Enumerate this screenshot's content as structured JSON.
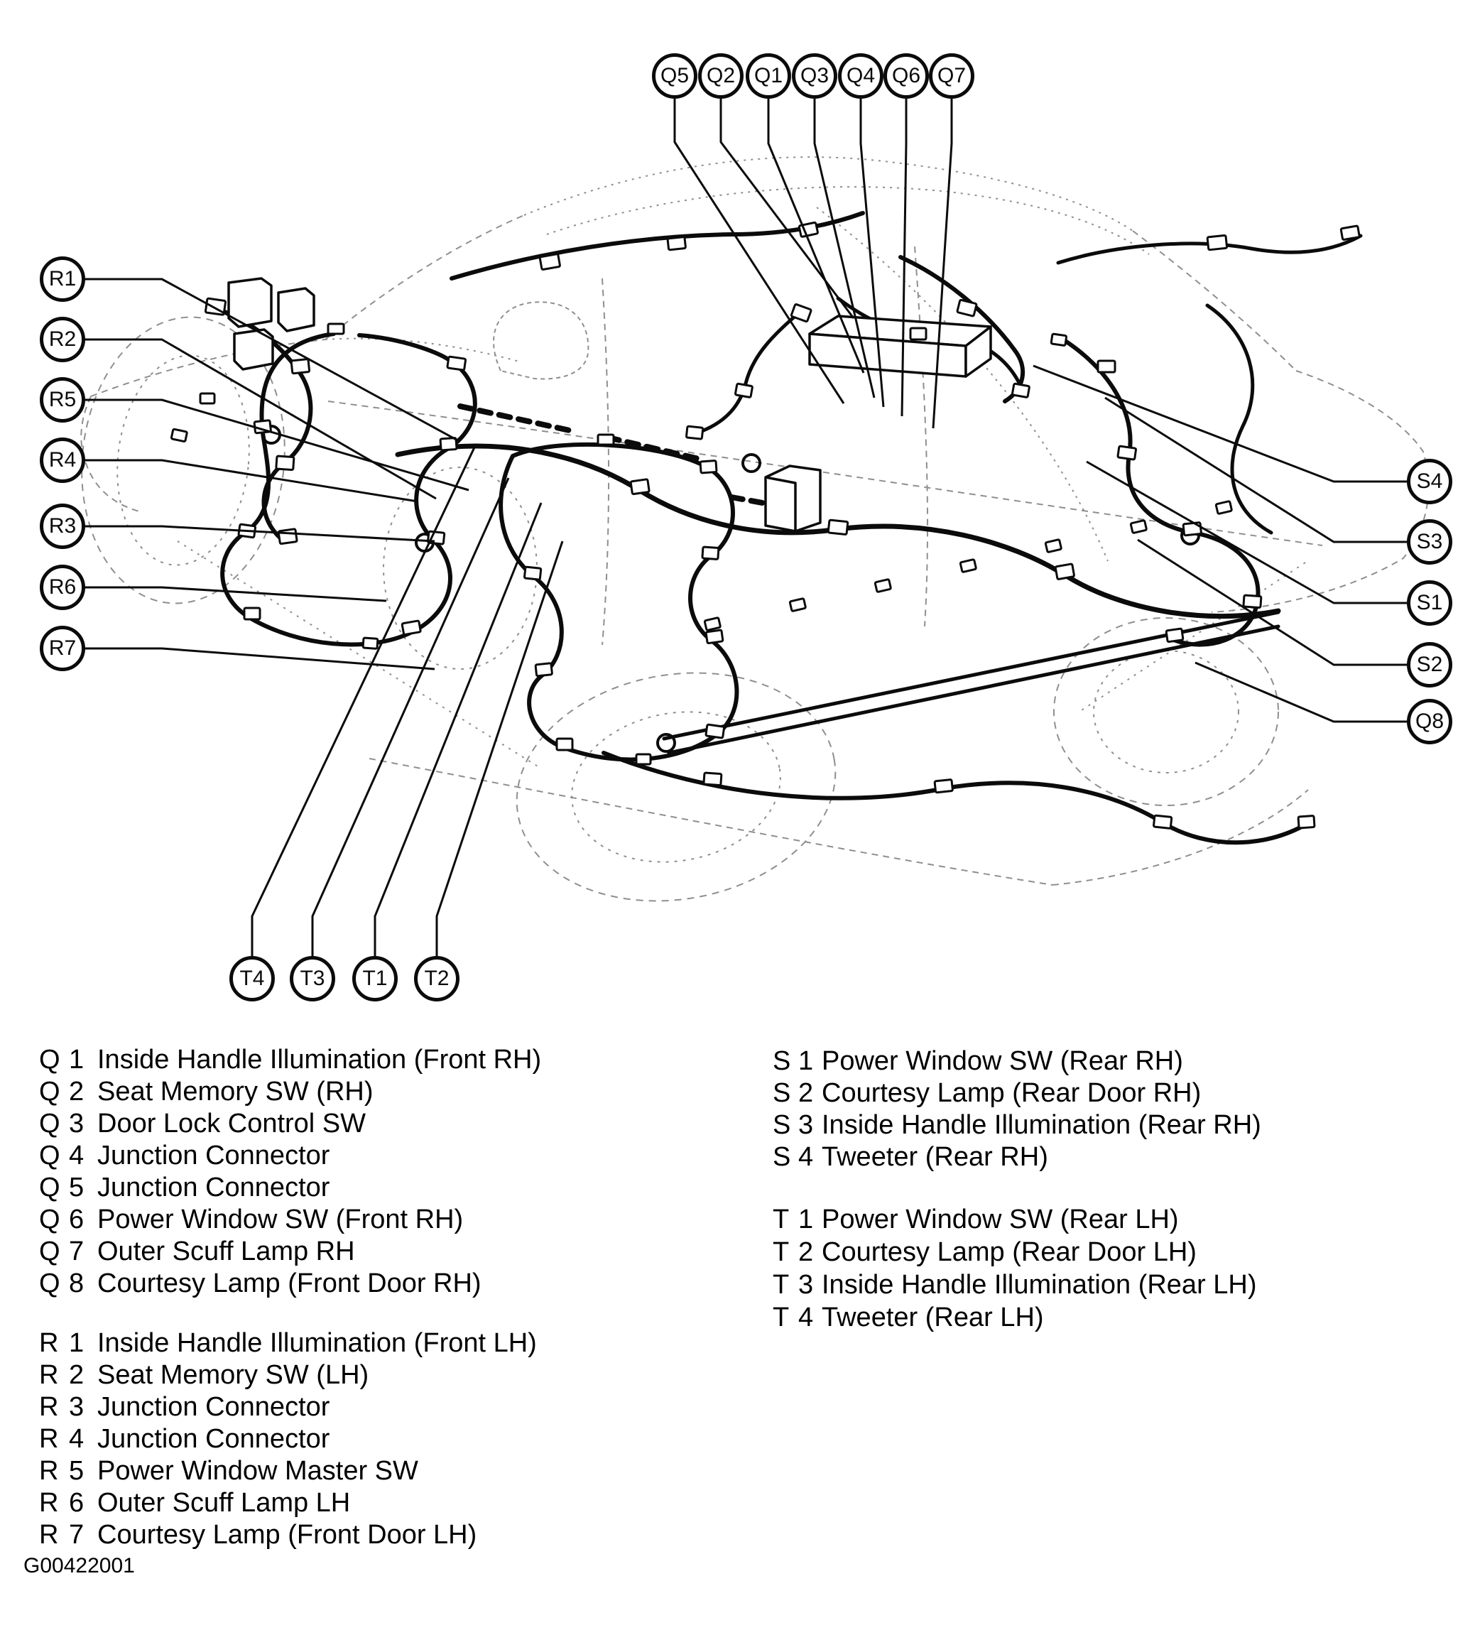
{
  "figure_code": "G00422001",
  "callouts": {
    "top": [
      "Q5",
      "Q2",
      "Q1",
      "Q3",
      "Q4",
      "Q6",
      "Q7"
    ],
    "left": [
      "R1",
      "R2",
      "R5",
      "R4",
      "R3",
      "R6",
      "R7"
    ],
    "right": [
      "S4",
      "S3",
      "S1",
      "S2",
      "Q8"
    ],
    "bottom": [
      "T4",
      "T3",
      "T1",
      "T2"
    ]
  },
  "legend": {
    "groups": [
      {
        "id": "Q",
        "items": [
          {
            "letter": "Q",
            "number": "1",
            "label": "Inside Handle Illumination (Front RH)"
          },
          {
            "letter": "Q",
            "number": "2",
            "label": "Seat Memory SW (RH)"
          },
          {
            "letter": "Q",
            "number": "3",
            "label": "Door Lock Control SW"
          },
          {
            "letter": "Q",
            "number": "4",
            "label": "Junction Connector"
          },
          {
            "letter": "Q",
            "number": "5",
            "label": "Junction Connector"
          },
          {
            "letter": "Q",
            "number": "6",
            "label": "Power Window SW (Front RH)"
          },
          {
            "letter": "Q",
            "number": "7",
            "label": "Outer Scuff Lamp RH"
          },
          {
            "letter": "Q",
            "number": "8",
            "label": "Courtesy Lamp (Front Door RH)"
          }
        ]
      },
      {
        "id": "R",
        "items": [
          {
            "letter": "R",
            "number": "1",
            "label": "Inside Handle Illumination (Front LH)"
          },
          {
            "letter": "R",
            "number": "2",
            "label": "Seat Memory SW (LH)"
          },
          {
            "letter": "R",
            "number": "3",
            "label": "Junction Connector"
          },
          {
            "letter": "R",
            "number": "4",
            "label": "Junction Connector"
          },
          {
            "letter": "R",
            "number": "5",
            "label": "Power Window Master SW"
          },
          {
            "letter": "R",
            "number": "6",
            "label": "Outer Scuff Lamp LH"
          },
          {
            "letter": "R",
            "number": "7",
            "label": "Courtesy Lamp (Front Door LH)"
          }
        ]
      },
      {
        "id": "S",
        "items": [
          {
            "letter": "S",
            "number": "1",
            "label": "Power Window SW (Rear RH)"
          },
          {
            "letter": "S",
            "number": "2",
            "label": "Courtesy Lamp (Rear Door RH)"
          },
          {
            "letter": "S",
            "number": "3",
            "label": "Inside Handle Illumination (Rear RH)"
          },
          {
            "letter": "S",
            "number": "4",
            "label": "Tweeter (Rear RH)"
          }
        ]
      },
      {
        "id": "T",
        "items": [
          {
            "letter": "T",
            "number": "1",
            "label": "Power Window SW (Rear LH)"
          },
          {
            "letter": "T",
            "number": "2",
            "label": "Courtesy Lamp (Rear Door LH)"
          },
          {
            "letter": "T",
            "number": "3",
            "label": "Inside Handle Illumination (Rear LH)"
          },
          {
            "letter": "T",
            "number": "4",
            "label": "Tweeter (Rear LH)"
          }
        ]
      }
    ]
  },
  "colors": {
    "ink": "#0b0b0b",
    "ghost": "#8f8f8f",
    "background": "#ffffff"
  }
}
